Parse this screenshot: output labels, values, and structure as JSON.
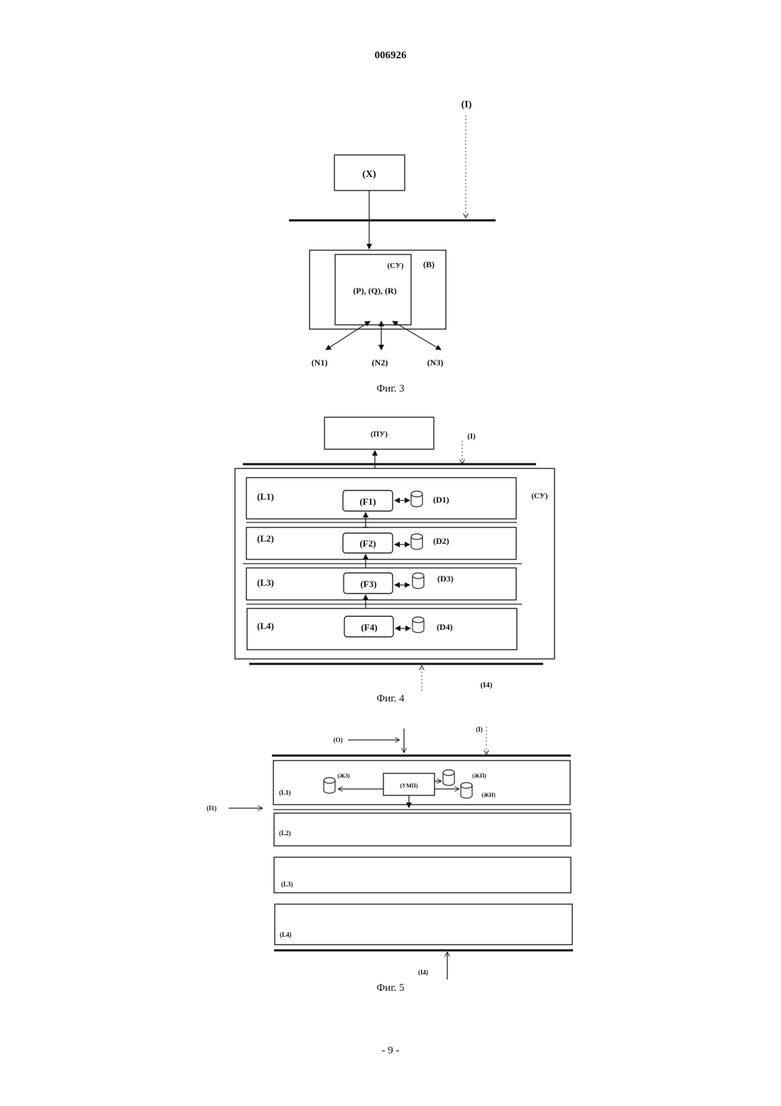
{
  "header": {
    "doc_number": "006926"
  },
  "footer": {
    "page_number": "- 9 -"
  },
  "fig3": {
    "caption": "Фиг. 3",
    "label_I": "(I)",
    "box_X": "(X)",
    "label_CU": "(СУ)",
    "label_B": "(B)",
    "label_PQR": "(P), (Q), (R)",
    "label_N1": "(N1)",
    "label_N2": "(N2)",
    "label_N3": "(N3)"
  },
  "fig4": {
    "caption": "Фиг. 4",
    "box_PU": "(ПУ)",
    "label_I": "(I)",
    "label_CU": "(СУ)",
    "label_I4": "(I4)",
    "layers": [
      {
        "layer": "(L1)",
        "func": "(F1)",
        "db": "(D1)"
      },
      {
        "layer": "(L2)",
        "func": "(F2)",
        "db": "(D2)"
      },
      {
        "layer": "(L3)",
        "func": "(F3)",
        "db": "(D3)"
      },
      {
        "layer": "(L4)",
        "func": "(F4)",
        "db": "(D4)"
      }
    ]
  },
  "fig5": {
    "caption": "Фиг. 5",
    "label_O": "(O)",
    "label_I": "(I)",
    "label_I1": "(I1)",
    "label_I4": "(I4)",
    "box_UMP": "(УМП)",
    "label_ZhZ": "(ЖЗ)",
    "label_ZhP": "(ЖП)",
    "label_ZhI": "(ЖИ)",
    "layers": [
      "(L1)",
      "(L2)",
      "(L3)",
      "(L4)"
    ]
  }
}
